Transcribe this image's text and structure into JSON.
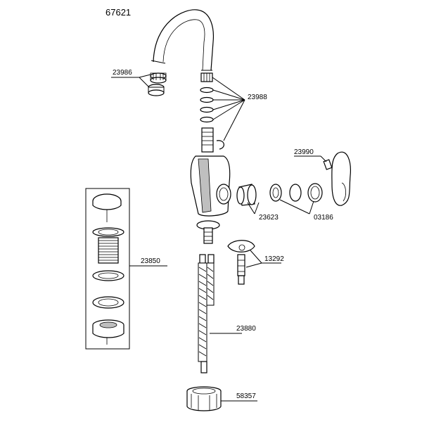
{
  "title": "67621",
  "parts": [
    {
      "id": "aerator",
      "number": "23986"
    },
    {
      "id": "orings",
      "number": "23988"
    },
    {
      "id": "screw",
      "number": "23990"
    },
    {
      "id": "cartridge",
      "number": "23623"
    },
    {
      "id": "bonnet",
      "number": "03186"
    },
    {
      "id": "mounting",
      "number": "13292"
    },
    {
      "id": "drain",
      "number": "23850"
    },
    {
      "id": "hose",
      "number": "23880"
    },
    {
      "id": "nut",
      "number": "58357"
    }
  ],
  "colors": {
    "line": "#000000",
    "background": "#ffffff",
    "fill_gray": "#bfbfbf"
  }
}
